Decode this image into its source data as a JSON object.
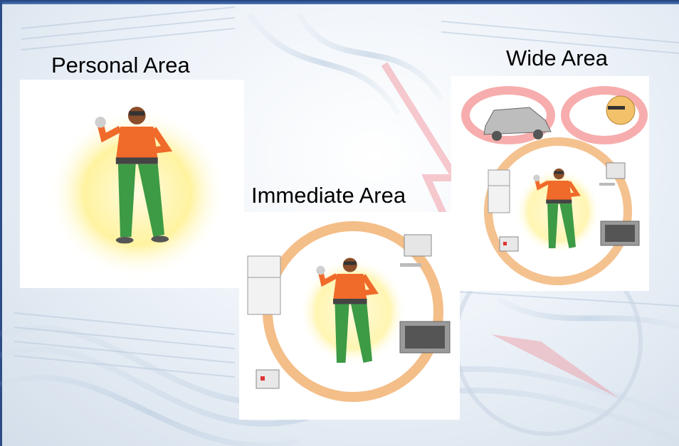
{
  "areas": {
    "personal": {
      "label": "Personal Area"
    },
    "immediate": {
      "label": "Immediate Area"
    },
    "wide": {
      "label": "Wide Area"
    }
  },
  "colors": {
    "personal_glow": "#fff3a0",
    "immediate_ring": "#f0a860",
    "wide_ring": "#f06a6a",
    "shirt": "#f06a2a",
    "pants": "#3d9a45",
    "skin": "#8a4e2a"
  },
  "icons": [
    "person-icon",
    "refrigerator-icon",
    "computer-icon",
    "television-icon",
    "toaster-icon",
    "car-icon",
    "person-head-icon"
  ]
}
